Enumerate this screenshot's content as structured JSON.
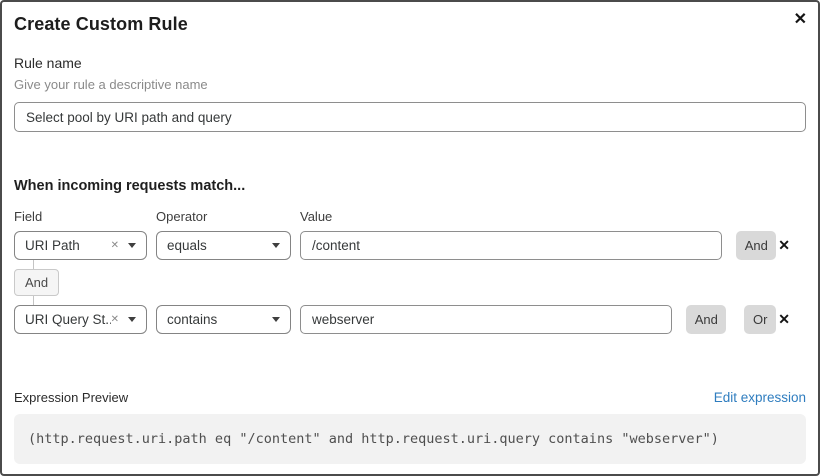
{
  "dialog": {
    "title": "Create Custom Rule"
  },
  "icons": {
    "close": "✕",
    "remove_row": "✕",
    "clear": "✕"
  },
  "rule_name": {
    "label": "Rule name",
    "helper": "Give your rule a descriptive name",
    "value": "Select pool by URI path and query"
  },
  "match": {
    "heading": "When incoming requests match...",
    "columns": {
      "field": "Field",
      "operator": "Operator",
      "value": "Value"
    },
    "joiner": "And",
    "rows": [
      {
        "field": "URI Path",
        "operator": "equals",
        "value": "/content",
        "connectors": [
          "And"
        ]
      },
      {
        "field": "URI Query St...",
        "operator": "contains",
        "value": "webserver",
        "connectors": [
          "And",
          "Or"
        ]
      }
    ]
  },
  "expression": {
    "label": "Expression Preview",
    "edit_link": "Edit expression",
    "code": "(http.request.uri.path eq \"/content\" and http.request.uri.query contains \"webserver\")"
  },
  "colors": {
    "link_blue": "#2f7dbf",
    "button_gray": "#d9d9d9",
    "code_background": "#f2f2f2",
    "dialog_border": "#4b4b4b"
  }
}
